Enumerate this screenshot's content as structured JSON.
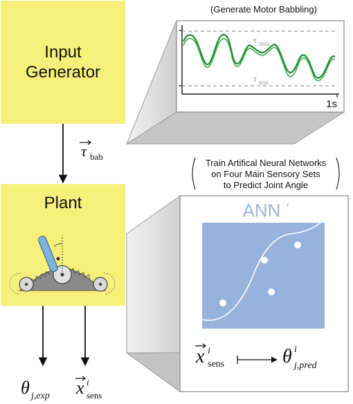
{
  "colors": {
    "box_yellow": "#f6f07a",
    "ann_blue": "#95b3dd",
    "ann_label": "#9db5d8",
    "curve_green": "#1f8a2e",
    "bound_gray": "#999999",
    "panel_gray": "#c8c8c8"
  },
  "input_generator": {
    "line1": "Input",
    "line2": "Generator"
  },
  "arrow_input": {
    "symbol": "τ",
    "subscript": "bab"
  },
  "plant": {
    "title": "Plant"
  },
  "outputs": {
    "theta": {
      "symbol": "θ",
      "subscript": "j,exp"
    },
    "x": {
      "symbol": "x",
      "superscript": "i",
      "subscript": "sens"
    }
  },
  "babbling_panel": {
    "caption": "(Generate Motor Babbling)",
    "tau_max": {
      "symbol": "τ",
      "subscript": "max"
    },
    "tau_min": {
      "symbol": "τ",
      "subscript": "min"
    },
    "time_label": "1s",
    "icons": [
      "motor-babbling-curve-icon"
    ]
  },
  "ann_panel": {
    "caption_line1": "Train Artifical Neural Networks",
    "caption_line2": "on Four Main Sensory Sets",
    "caption_line3": "to Predict Joint Angle",
    "ann_label": "ANN",
    "ann_superscript": "i",
    "input": {
      "symbol": "x",
      "superscript": "i",
      "subscript": "sens"
    },
    "output": {
      "symbol": "θ",
      "superscript": "i",
      "subscript": "j,pred"
    },
    "icons": [
      "ann-regression-icon",
      "maps-to-arrow-icon"
    ]
  }
}
